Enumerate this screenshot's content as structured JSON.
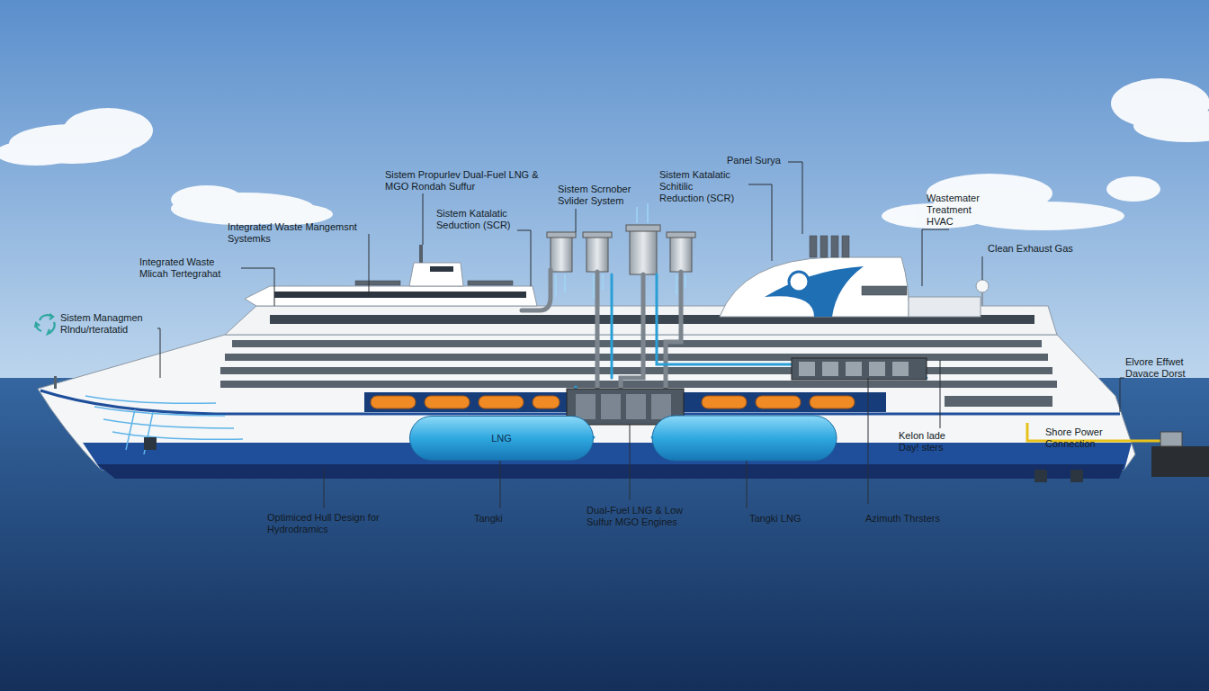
{
  "diagram": {
    "nodes": [
      {
        "text": [
          "LNG"
        ]
      }
    ],
    "labels": [
      "Sistem Propurlev Dual-Fuel LNG & MGO Rondah Suffur",
      "Sistem Scrnober Svlider System",
      "Sistem Katalatic Schitilic Reduction (SCR)",
      "Panel Surya",
      "Sistem Katalatic Seduction (SCR)",
      "Integrated Waste Mangemsnt Systemks",
      "Integrated Waste Mlicah Tertegrahat",
      "Sistem Managmen Rlndu/rteratatid",
      "Wastemater Treatment HVAC",
      "Clean Exhaust Gas",
      "Elvore Effwet Davace Dorst",
      "Kelon lade Day! sters",
      "Shore Power Connection",
      "Optimiced Hull Design for Hydrodramics",
      "Tangki",
      "Dual-Fuel LNG & Low Sulfur MGO Engines",
      "Tangki LNG",
      "Azimuth Thrsters"
    ]
  }
}
